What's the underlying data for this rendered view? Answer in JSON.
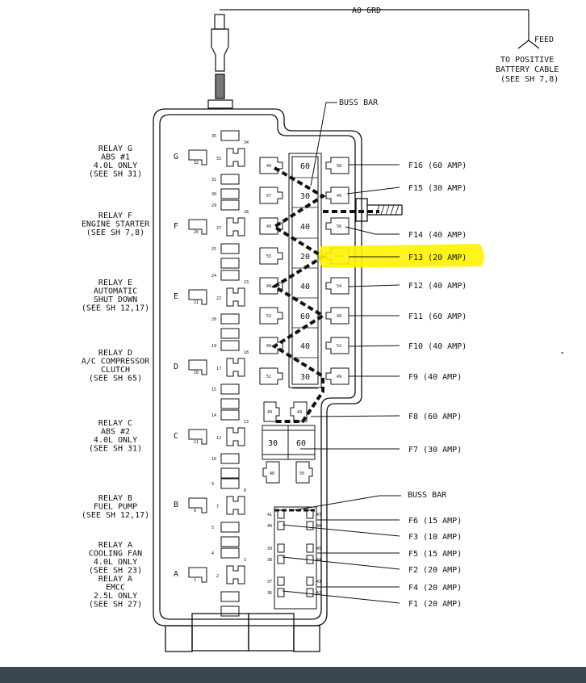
{
  "colors": {
    "paper": "#ffffff",
    "ink": "#111111",
    "highlight": "#fff200",
    "outer": "#000000",
    "footer": "#3a4652"
  },
  "top_wire": {
    "label": "A0 6RD",
    "feed_label": "FEED",
    "feed_note": [
      "TO POSITIVE",
      "BATTERY CABLE",
      "(SEE SH 7,8)"
    ]
  },
  "buss_bar_label": "BUSS BAR",
  "relays": [
    {
      "letter": "G",
      "desc": [
        "RELAY G",
        "ABS #1",
        "4.0L ONLY",
        "(SEE SH 31)"
      ],
      "nums": [
        "35",
        "34",
        "33",
        "32",
        "31",
        "30"
      ]
    },
    {
      "letter": "F",
      "desc": [
        "RELAY F",
        "ENGINE STARTER",
        "(SEE SH 7,8)"
      ],
      "nums": [
        "29",
        "28",
        "27",
        "26",
        "25"
      ]
    },
    {
      "letter": "E",
      "desc": [
        "RELAY E",
        "AUTOMATIC",
        "SHUT DOWN",
        "(SEE SH 12,17)"
      ],
      "nums": [
        "24",
        "23",
        "22",
        "21",
        "20"
      ]
    },
    {
      "letter": "D",
      "desc": [
        "RELAY D",
        "A/C COMPRESSOR",
        "CLUTCH",
        "(SEE SH 65)"
      ],
      "nums": [
        "19",
        "18",
        "17",
        "16",
        "15"
      ]
    },
    {
      "letter": "C",
      "desc": [
        "RELAY C",
        "ABS #2",
        "4.0L ONLY",
        "(SEE SH 31)"
      ],
      "nums": [
        "14",
        "13",
        "12",
        "11",
        "10"
      ]
    },
    {
      "letter": "B",
      "desc": [
        "RELAY B",
        "FUEL PUMP",
        "(SEE SH 12,17)"
      ],
      "nums": [
        "9",
        "8",
        "7",
        "6",
        "5"
      ]
    },
    {
      "letter": "A",
      "desc": [
        "RELAY A",
        "COOLING FAN",
        "4.0L ONLY",
        "(SEE SH 23)",
        "RELAY A",
        "EMCC",
        "2.5L ONLY",
        "(SEE SH 27)"
      ],
      "nums": [
        "4",
        "3",
        "2",
        "1"
      ]
    }
  ],
  "maxi_fuses": [
    {
      "amp": "60",
      "left": "49",
      "right": "58"
    },
    {
      "amp": "30",
      "left": "57",
      "right": "49"
    },
    {
      "amp": "40",
      "left": "49",
      "right": "56"
    },
    {
      "amp": "20",
      "left": "55",
      "right": "49"
    },
    {
      "amp": "40",
      "left": "49",
      "right": "54"
    },
    {
      "amp": "60",
      "left": "53",
      "right": "49"
    },
    {
      "amp": "40",
      "left": "49",
      "right": "52"
    },
    {
      "amp": "30",
      "left": "51",
      "right": "49"
    }
  ],
  "fuse_labels": [
    {
      "id": "F16",
      "text": "F16 (60 AMP)",
      "highlighted": false
    },
    {
      "id": "F15",
      "text": "F15 (30 AMP)",
      "highlighted": false
    },
    {
      "id": "F14",
      "text": "F14 (40 AMP)",
      "highlighted": false
    },
    {
      "id": "F13",
      "text": "F13 (20 AMP)",
      "highlighted": true
    },
    {
      "id": "F12",
      "text": "F12 (40 AMP)",
      "highlighted": false
    },
    {
      "id": "F11",
      "text": "F11 (60 AMP)",
      "highlighted": false
    },
    {
      "id": "F10",
      "text": "F10 (40 AMP)",
      "highlighted": false
    },
    {
      "id": "F9",
      "text": "F9 (40 AMP)",
      "highlighted": false
    },
    {
      "id": "F8",
      "text": "F8 (60 AMP)",
      "highlighted": false
    },
    {
      "id": "F7",
      "text": "F7 (30 AMP)",
      "highlighted": false
    },
    {
      "id": "F6",
      "text": "F6 (15 AMP)",
      "highlighted": false
    },
    {
      "id": "F3",
      "text": "F3 (10 AMP)",
      "highlighted": false
    },
    {
      "id": "F5",
      "text": "F5 (15 AMP)",
      "highlighted": false
    },
    {
      "id": "F2",
      "text": "F2 (20 AMP)",
      "highlighted": false
    },
    {
      "id": "F4",
      "text": "F4 (20 AMP)",
      "highlighted": false
    },
    {
      "id": "F1",
      "text": "F1 (20 AMP)",
      "highlighted": false
    }
  ],
  "bottom_block": {
    "upper_left": "49",
    "upper_right": "49",
    "amp_left": "30",
    "amp_right": "60",
    "lower_left": "48",
    "lower_right": "50"
  },
  "mini_fuse_nums": {
    "left": [
      "41",
      "40",
      "39",
      "38",
      "37",
      "36"
    ],
    "right": [
      "47",
      "46",
      "45",
      "44",
      "43",
      "42"
    ]
  }
}
